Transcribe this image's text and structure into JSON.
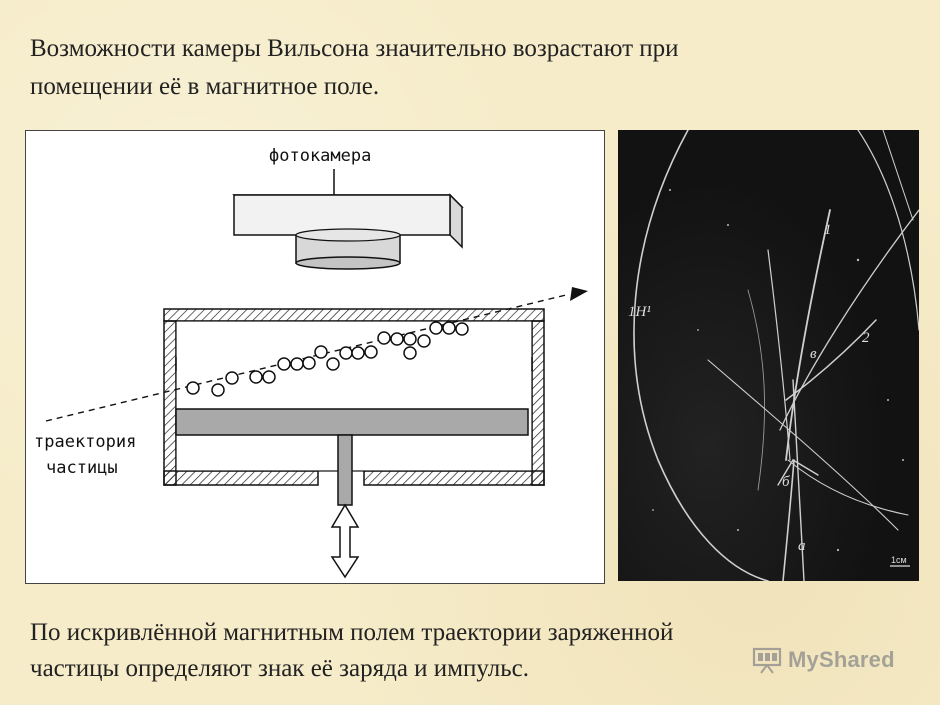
{
  "title": {
    "line1": "Возможности камеры Вильсона значительно возрастают при",
    "line2": "помещении её в магнитное поле."
  },
  "diagram": {
    "camera_label": "фотокамера",
    "trajectory_label_line1": "траектория",
    "trajectory_label_line2": "частицы"
  },
  "photo": {
    "track_labels": [
      "1",
      "1H¹",
      "2",
      "в",
      "б",
      "а"
    ],
    "scale_label": "1см"
  },
  "caption": {
    "line1": "По искривлённой магнитным полем траектории заряженной",
    "line2": "частицы определяют знак её заряда и импульс."
  },
  "watermark": {
    "text": "MyShared",
    "icon": "presentation-board-icon"
  }
}
